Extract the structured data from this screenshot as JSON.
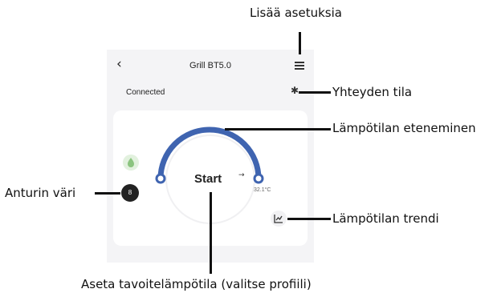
{
  "app": {
    "back_icon": "chevron-left-icon",
    "title": "Grill BT5.0",
    "menu_icon": "hamburger-menu-icon",
    "connection_status": "Connected",
    "bluetooth_icon": "bluetooth-icon"
  },
  "gauge": {
    "start_label": "Start",
    "arrow": "→",
    "current_temperature": "32.1°C",
    "arc_color": "#3f64b0"
  },
  "probe": {
    "probe_icon": "thermometer-drop-icon",
    "probe_icon_color": "#8bc47f",
    "sensor_label": "8",
    "sensor_color": "#222222",
    "trend_icon": "line-chart-icon"
  },
  "annotations": {
    "more_settings": "Lisää asetuksia",
    "connection_state": "Yhteyden tila",
    "temperature_progress": "Lämpötilan eteneminen",
    "sensor_color": "Anturin väri",
    "temperature_trend": "Lämpötilan trendi",
    "set_target_temperature": "Aseta tavoitelämpötila (valitse profiili)"
  }
}
